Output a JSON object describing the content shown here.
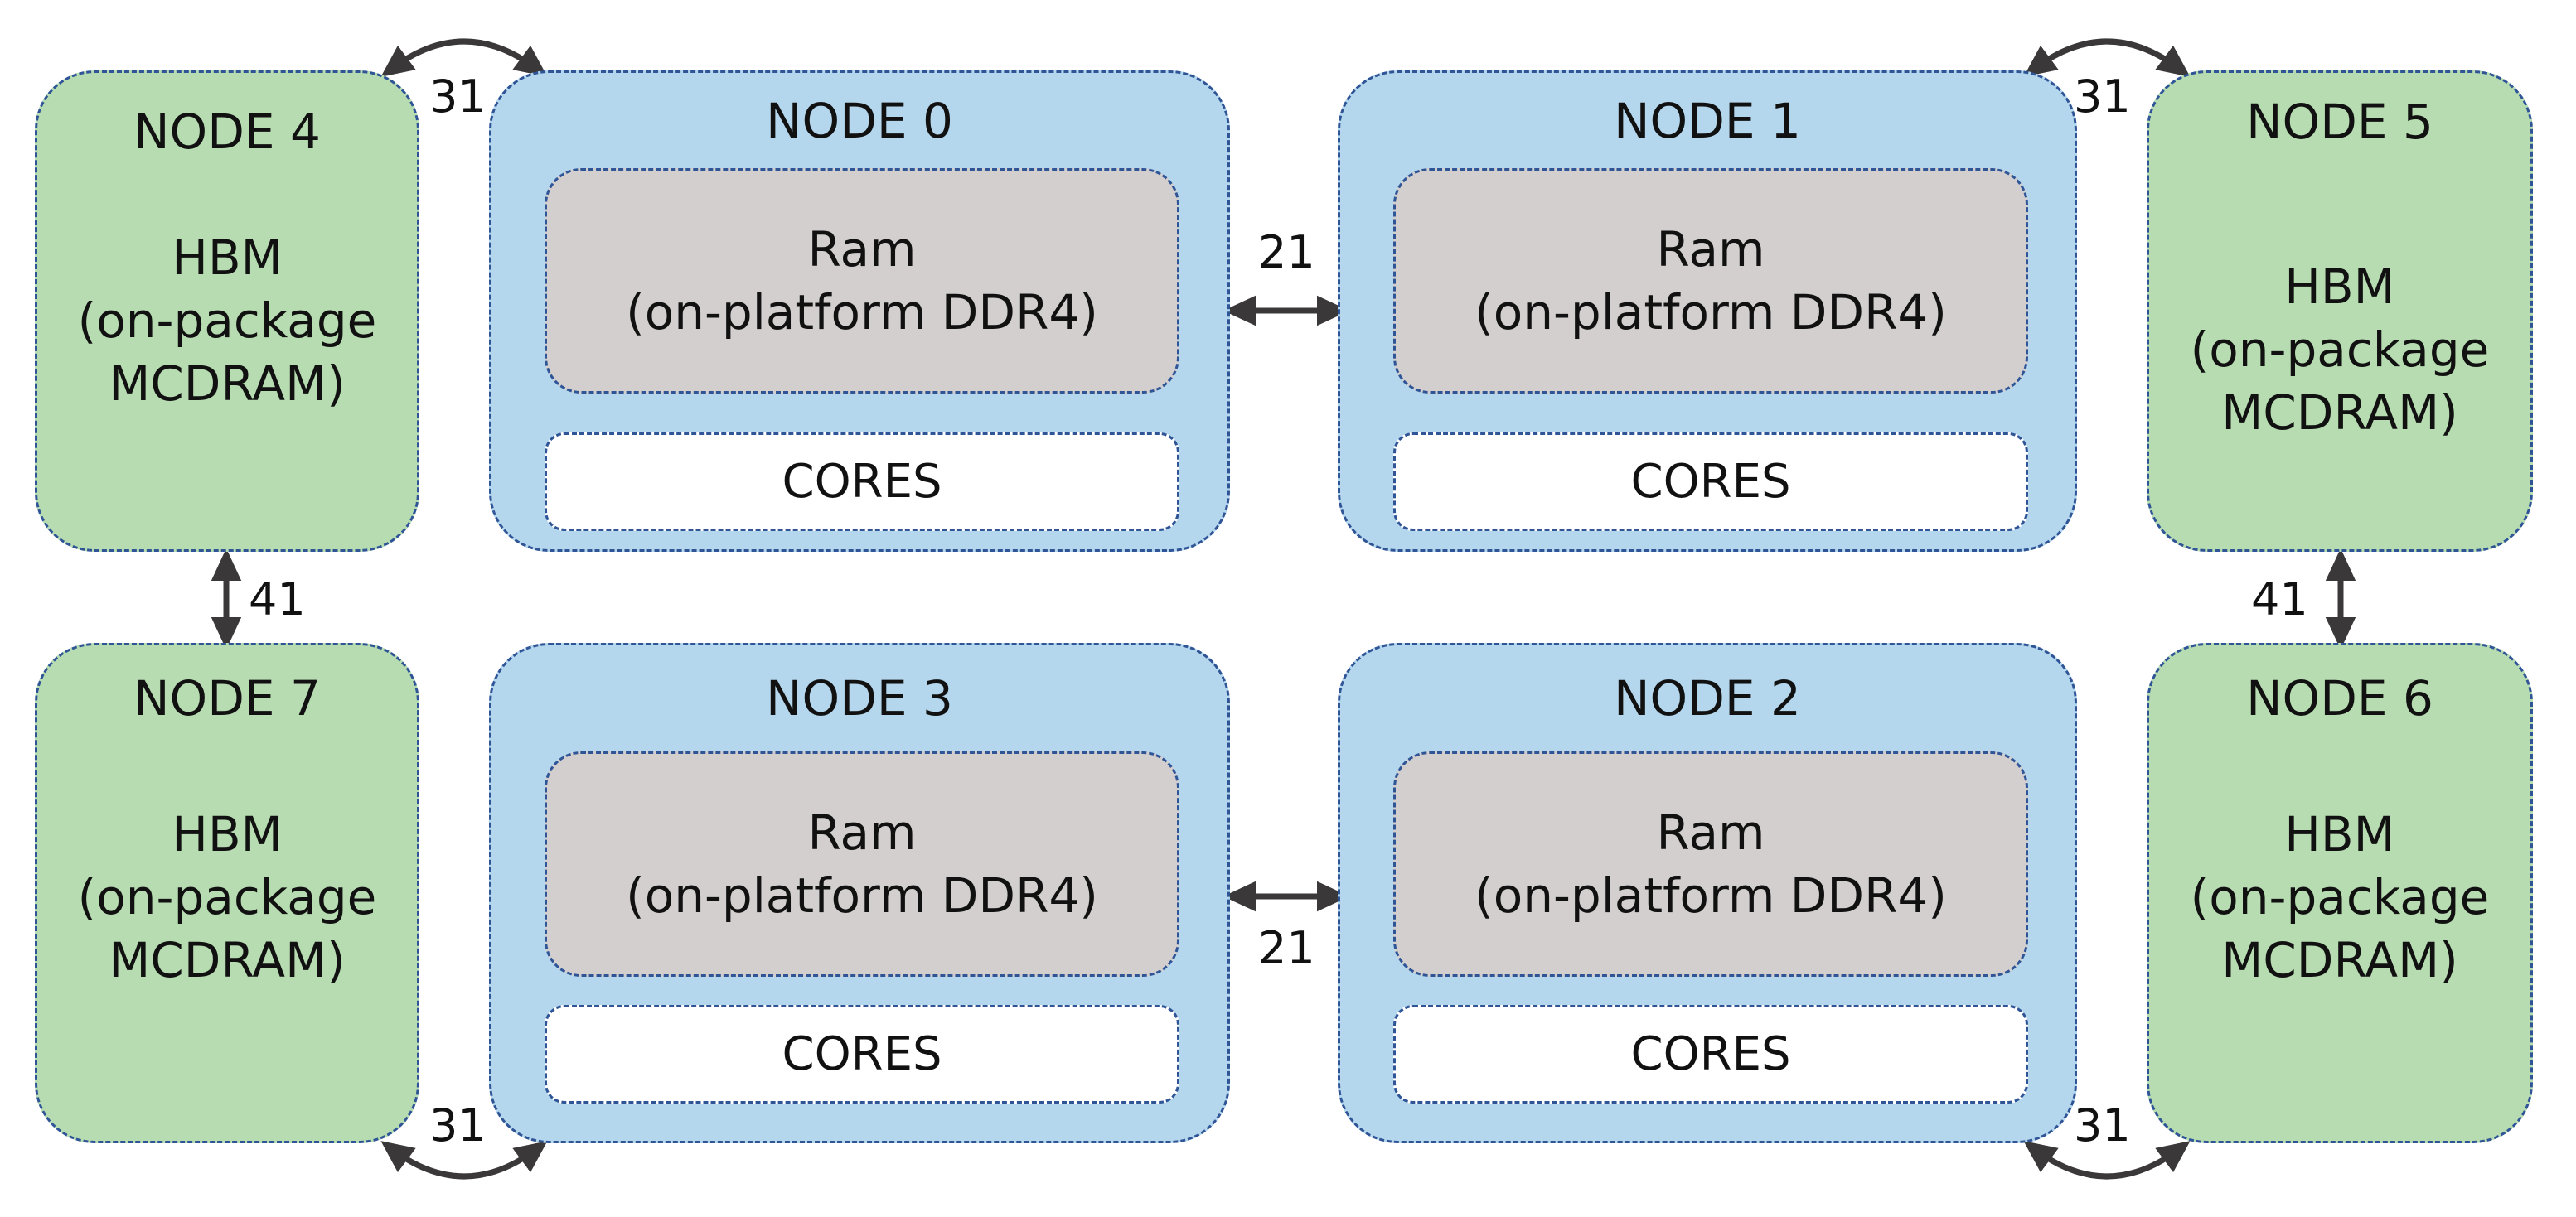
{
  "nodes": {
    "n4": {
      "title": "NODE 4",
      "line1": "HBM",
      "line2": "(on-package",
      "line3": "MCDRAM)"
    },
    "n5": {
      "title": "NODE 5",
      "line1": "HBM",
      "line2": "(on-package",
      "line3": "MCDRAM)"
    },
    "n6": {
      "title": "NODE 6",
      "line1": "HBM",
      "line2": "(on-package",
      "line3": "MCDRAM)"
    },
    "n7": {
      "title": "NODE 7",
      "line1": "HBM",
      "line2": "(on-package",
      "line3": "MCDRAM)"
    },
    "n0": {
      "title": "NODE 0",
      "ram_line1": "Ram",
      "ram_line2": "(on-platform DDR4)",
      "cores": "CORES"
    },
    "n1": {
      "title": "NODE 1",
      "ram_line1": "Ram",
      "ram_line2": "(on-platform DDR4)",
      "cores": "CORES"
    },
    "n2": {
      "title": "NODE 2",
      "ram_line1": "Ram",
      "ram_line2": "(on-platform DDR4)",
      "cores": "CORES"
    },
    "n3": {
      "title": "NODE 3",
      "ram_line1": "Ram",
      "ram_line2": "(on-platform DDR4)",
      "cores": "CORES"
    }
  },
  "links": {
    "n4_n0": "31",
    "n1_n5": "31",
    "n7_n3": "31",
    "n2_n6": "31",
    "n0_n1": "21",
    "n3_n2": "21",
    "n4_n7": "41",
    "n5_n6": "41"
  },
  "colors": {
    "hbm_fill": "#b7dcb1",
    "ddr_fill": "#b4d7ee",
    "ram_fill": "#d3cfcf",
    "border": "#2f5597",
    "arrow": "#3a3838"
  }
}
